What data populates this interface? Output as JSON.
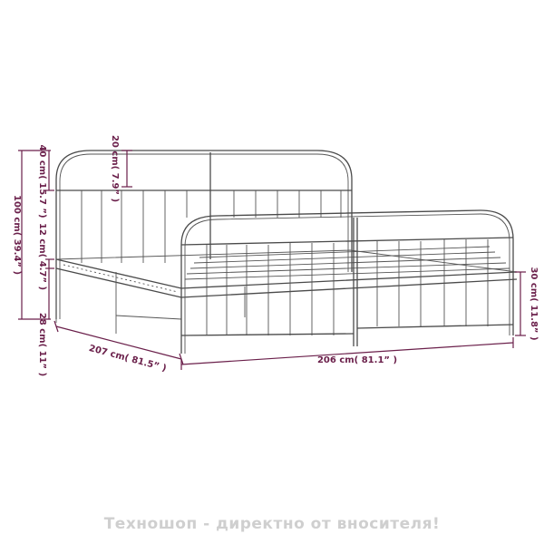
{
  "dimensions": {
    "headboard_top": "40 cm( 15.7  ”)",
    "curve_height": "20 cm( 7.9” )",
    "total_height": "100 cm( 39.4” )",
    "slat_gap": "12 cm( 4.7” )",
    "under_bed": "28 cm( 11” )",
    "width": "207 cm( 81.5” )",
    "length": "206 cm( 81.1”  )",
    "footboard_height": "30 cm( 11.8” )"
  },
  "watermark": "Техношоп - директно от вносителя!",
  "colors": {
    "dimension": "#6a1f4a",
    "frame": "#4a4a4a",
    "watermark": "#cfcfcf"
  }
}
